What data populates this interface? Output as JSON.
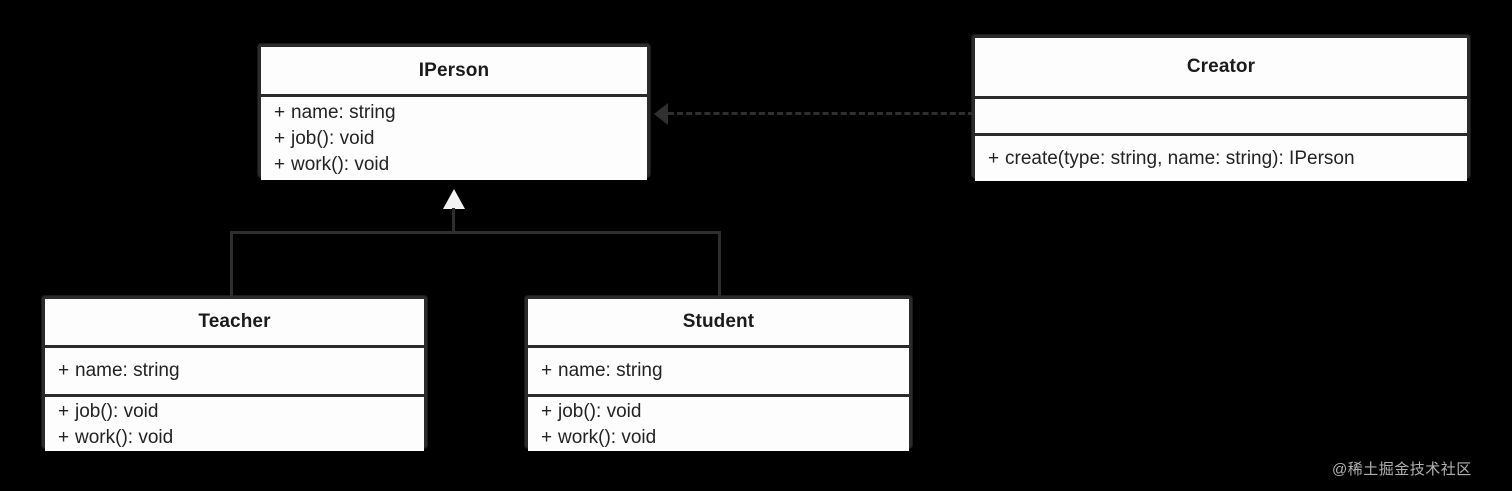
{
  "diagram": {
    "background_color": "#000000",
    "box_fill": "#ffffff",
    "box_stroke": "#2b2b2b",
    "connector_color": "#2e2e2e",
    "classes": [
      {
        "id": "iperson",
        "name": "IPerson",
        "compartments": [
          {
            "kind": "members",
            "members": [
              {
                "visibility": "+",
                "signature": "name: string"
              },
              {
                "visibility": "+",
                "signature": "job(): void"
              },
              {
                "visibility": "+",
                "signature": "work(): void"
              }
            ]
          }
        ]
      },
      {
        "id": "creator",
        "name": "Creator",
        "compartments": [
          {
            "kind": "attributes",
            "members": []
          },
          {
            "kind": "operations",
            "members": [
              {
                "visibility": "+",
                "signature": "create(type: string, name: string): IPerson"
              }
            ]
          }
        ]
      },
      {
        "id": "teacher",
        "name": "Teacher",
        "compartments": [
          {
            "kind": "attributes",
            "members": [
              {
                "visibility": "+",
                "signature": "name: string"
              }
            ]
          },
          {
            "kind": "operations",
            "members": [
              {
                "visibility": "+",
                "signature": "job(): void"
              },
              {
                "visibility": "+",
                "signature": "work(): void"
              }
            ]
          }
        ]
      },
      {
        "id": "student",
        "name": "Student",
        "compartments": [
          {
            "kind": "attributes",
            "members": [
              {
                "visibility": "+",
                "signature": "name: string"
              }
            ]
          },
          {
            "kind": "operations",
            "members": [
              {
                "visibility": "+",
                "signature": "job(): void"
              },
              {
                "visibility": "+",
                "signature": "work(): void"
              }
            ]
          }
        ]
      }
    ],
    "relationships": [
      {
        "id": "teacher-iperson",
        "type": "generalization",
        "from": "Teacher",
        "to": "IPerson",
        "label": ""
      },
      {
        "id": "student-iperson",
        "type": "generalization",
        "from": "Student",
        "to": "IPerson",
        "label": ""
      },
      {
        "id": "creator-iperson",
        "type": "dependency",
        "from": "Creator",
        "to": "IPerson",
        "label": ""
      }
    ]
  },
  "watermark": {
    "text": "@稀土掘金技术社区"
  }
}
